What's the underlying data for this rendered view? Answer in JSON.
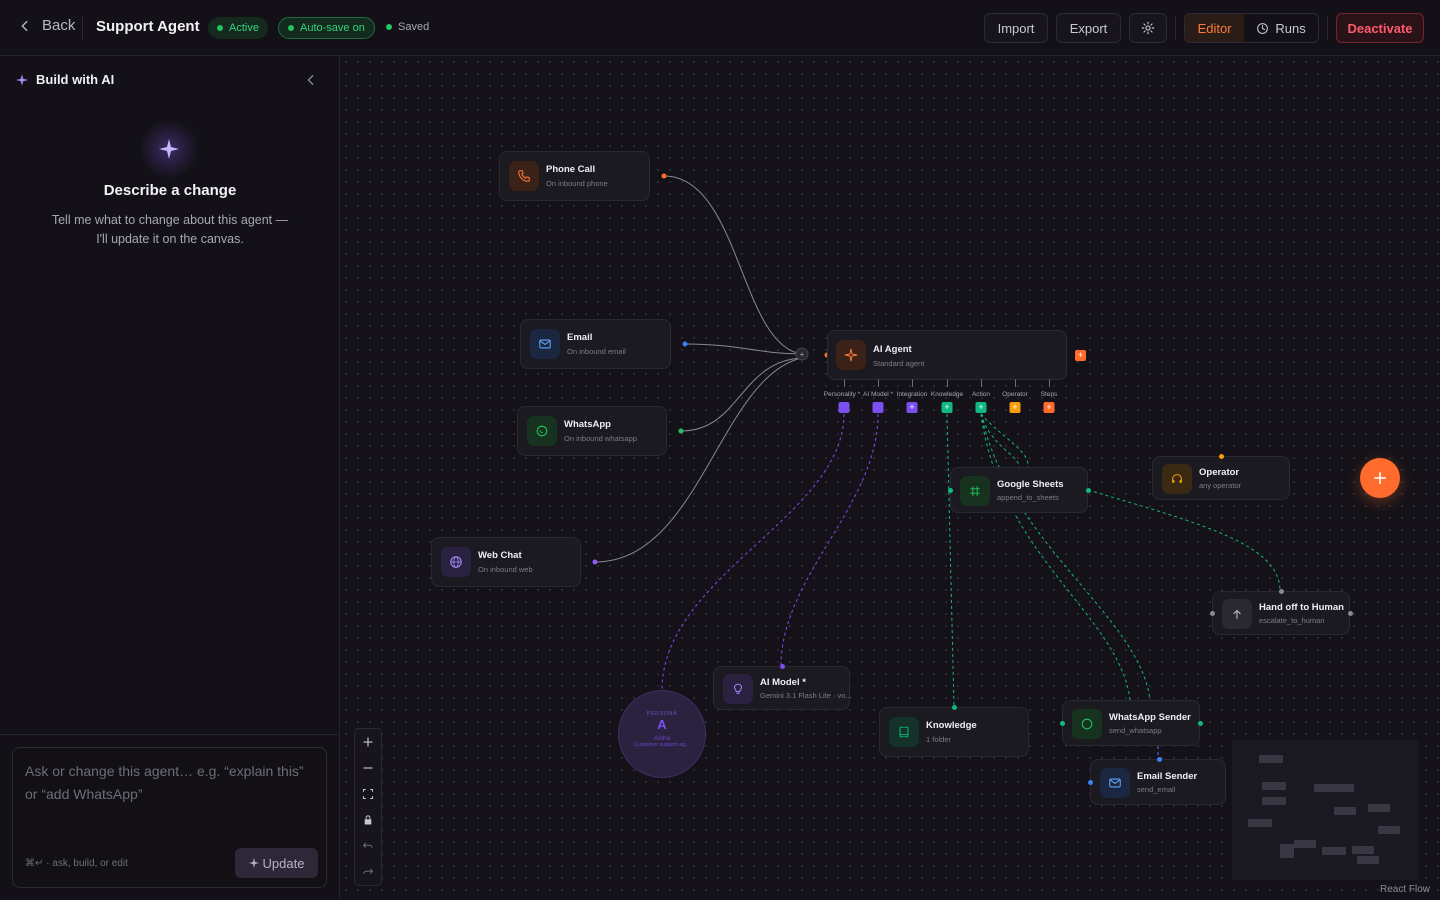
{
  "header": {
    "back_label": "Back",
    "agent_name": "Support Agent",
    "status_badge": "Active",
    "autosave_badge": "Auto-save on",
    "saved_label": "Saved",
    "import_label": "Import",
    "export_label": "Export",
    "editor_tab": "Editor",
    "runs_tab": "Runs",
    "deactivate_label": "Deactivate"
  },
  "sidebar": {
    "title": "Build with AI",
    "heading": "Describe a change",
    "description": "Tell me what to change about this agent — I'll update it on the canvas.",
    "prompt_placeholder": "Ask or change this agent… e.g. “explain this” or “add WhatsApp”",
    "hint": "⌘↵ · ask, build, or edit",
    "update_label": "Update"
  },
  "nodes": {
    "phone": {
      "title": "Phone Call",
      "subtitle": "On inbound phone"
    },
    "email": {
      "title": "Email",
      "subtitle": "On inbound email"
    },
    "whatsapp": {
      "title": "WhatsApp",
      "subtitle": "On inbound whatsapp"
    },
    "webchat": {
      "title": "Web Chat",
      "subtitle": "On inbound web"
    },
    "agent": {
      "title": "AI Agent",
      "subtitle": "Standard agent"
    },
    "sheets": {
      "title": "Google Sheets",
      "subtitle": "append_to_sheets"
    },
    "operator": {
      "title": "Operator",
      "subtitle": "any operator"
    },
    "handoff": {
      "title": "Hand off to Human",
      "subtitle": "escalate_to_human"
    },
    "aimodel": {
      "title": "AI Model *",
      "subtitle": "Gemini 3.1 Flash Lite · vo..."
    },
    "knowledge": {
      "title": "Knowledge",
      "subtitle": "1 folder"
    },
    "wa_sender": {
      "title": "WhatsApp Sender",
      "subtitle": "send_whatsapp"
    },
    "email_sender": {
      "title": "Email Sender",
      "subtitle": "send_email"
    }
  },
  "agent_slots": [
    "Personality *",
    "AI Model *",
    "Integration",
    "Knowledge",
    "Action",
    "Operator",
    "Steps"
  ],
  "persona": {
    "kicker": "PERSONA",
    "letter": "A",
    "name": "Aisha",
    "description": "Customer support ag..."
  },
  "canvas": {
    "attribution": "React Flow"
  },
  "colors": {
    "accent": "#ff6b2c",
    "purple": "#8b5cf6",
    "green": "#10b981",
    "amber": "#f59e0b",
    "danger": "#ff5a6e"
  }
}
